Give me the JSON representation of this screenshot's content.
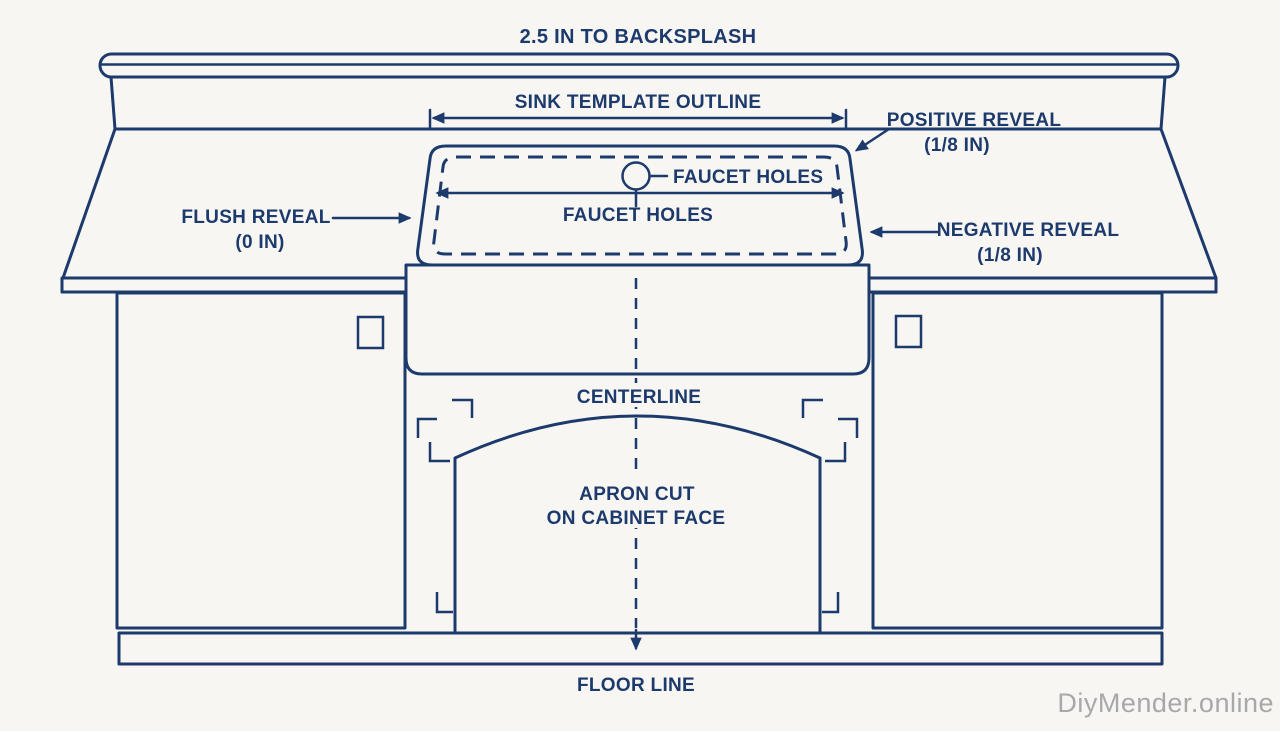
{
  "colors": {
    "background": "#f7f6f3",
    "line": "#1d3a6c",
    "watermark_text": "#a8a8a8"
  },
  "diagram": {
    "title": "2.5 IN TO BACKSPLASH",
    "sink_template_outline": "SINK TEMPLATE OUTLINE",
    "positive_reveal": "POSITIVE REVEAL",
    "positive_reveal_value": "(1/8 IN)",
    "faucet_holes_callout": "FAUCET HOLES",
    "faucet_holes_label": "FAUCET HOLES",
    "flush_reveal": "FLUSH REVEAL",
    "flush_reveal_value": "(0 IN)",
    "negative_reveal": "NEGATIVE REVEAL",
    "negative_reveal_value": "(1/8 IN)",
    "centerline": "CENTERLINE",
    "apron_cut_line1": "APRON CUT",
    "apron_cut_line2": "ON CABINET FACE",
    "floor_line": "FLOOR LINE"
  },
  "watermark": "DiyMender.online"
}
